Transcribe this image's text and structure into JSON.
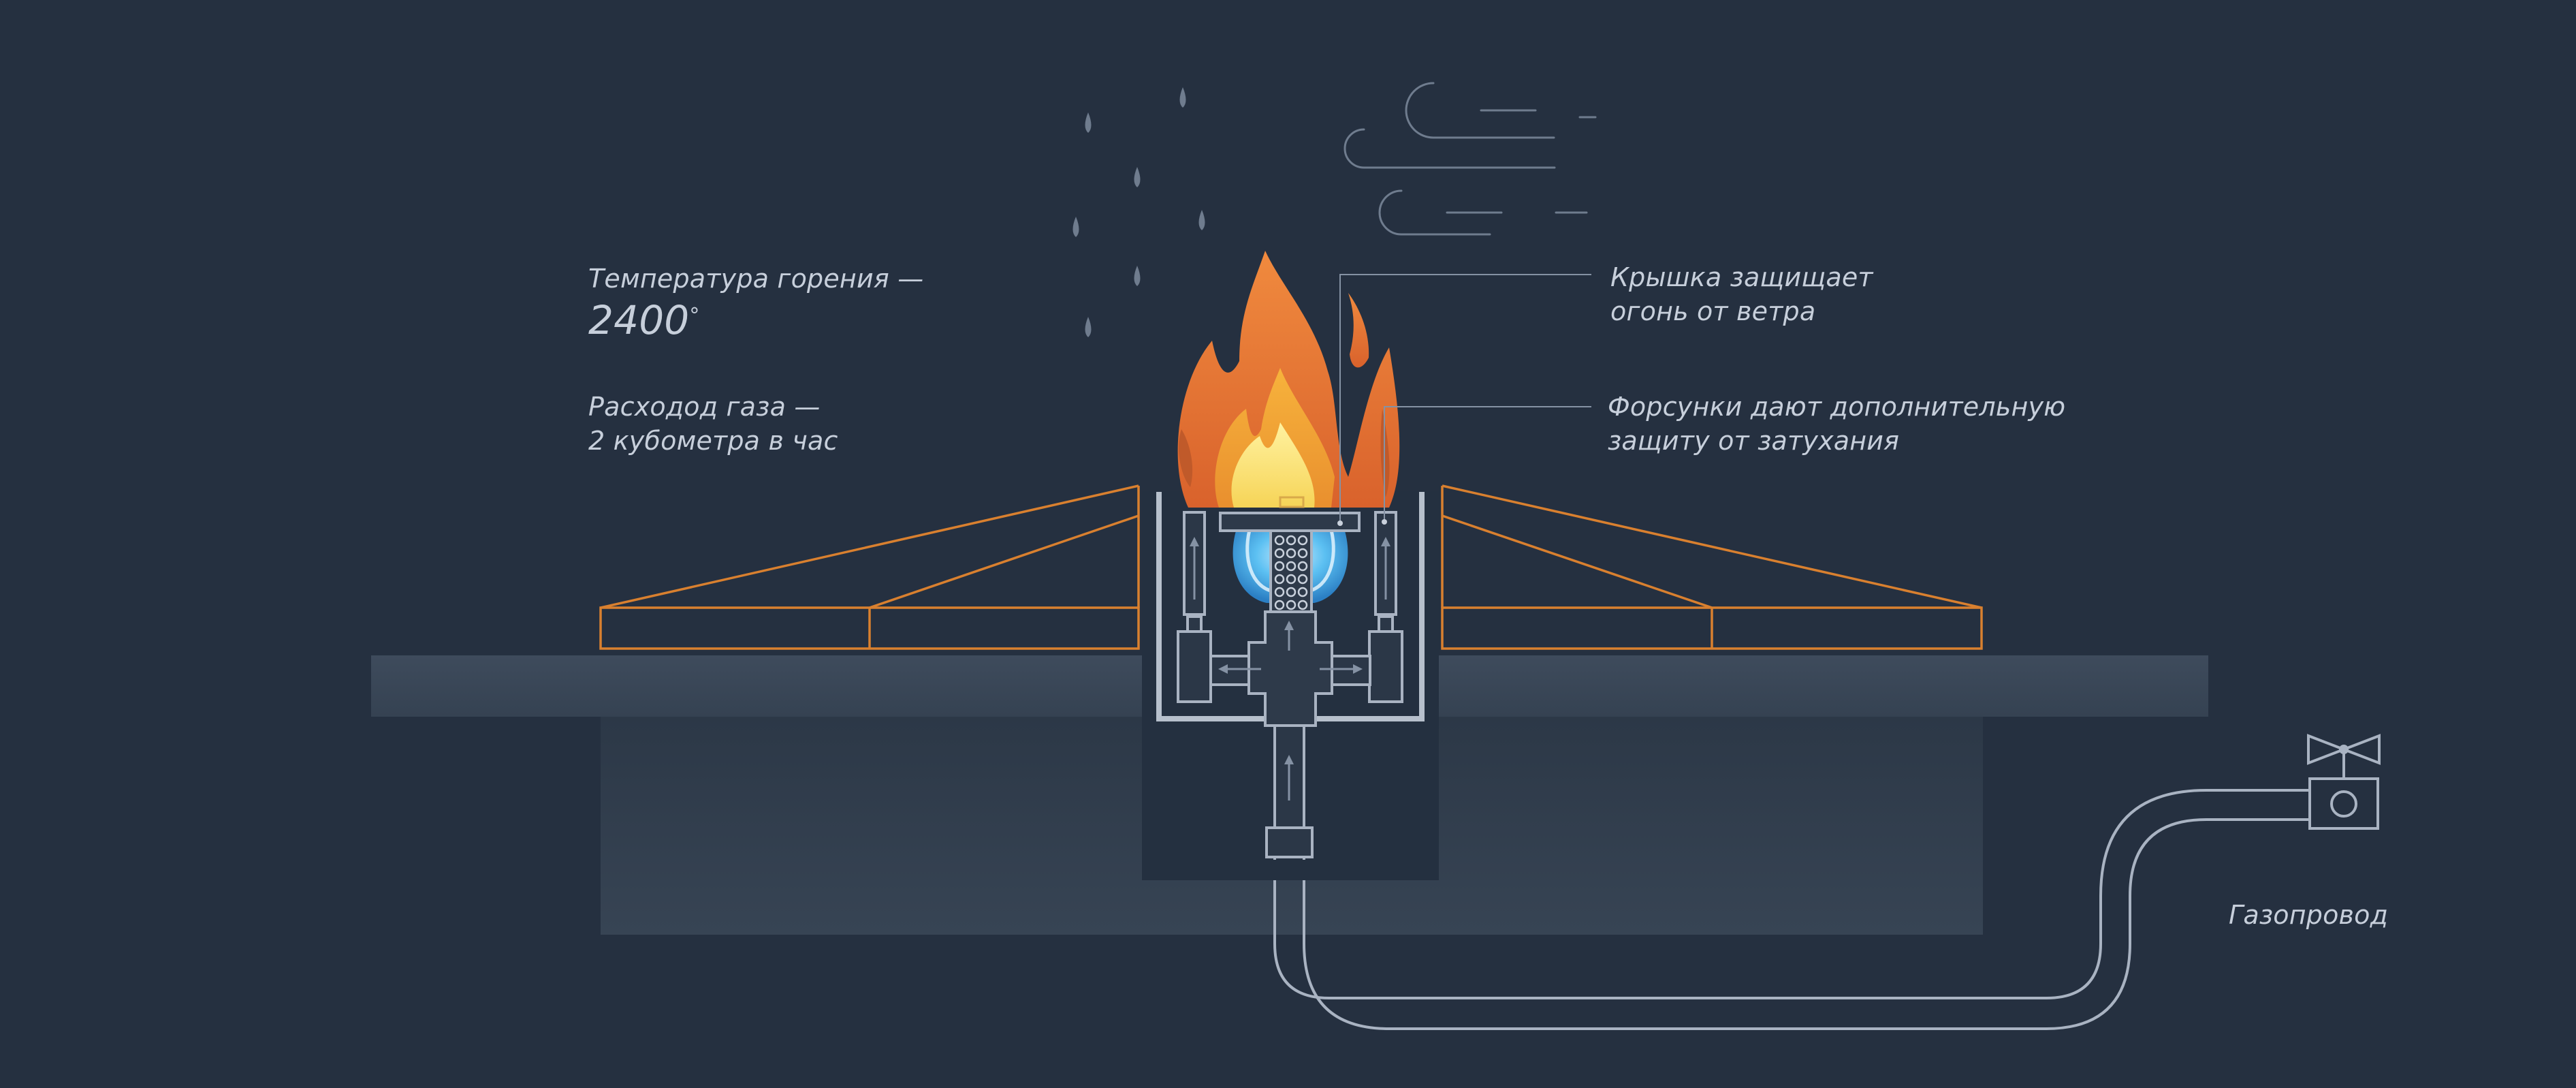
{
  "annotations": {
    "temperature": {
      "text": "Температура горения —",
      "value": "2400",
      "unit": "°"
    },
    "gas_rate": {
      "line1": "Расходод газа —",
      "line2": "2 кубометра в час"
    },
    "lid": {
      "line1": "Крышка защищает",
      "line2": "огонь от ветра"
    },
    "nozzles": {
      "line1": "Форсунки дают дополнительную",
      "line2": "защиту от затухания"
    },
    "pipeline": "Газопровод"
  },
  "colors": {
    "background": "#253040",
    "slab": "#3a4757",
    "pit": "#2f3b4a",
    "outline": "#8d9aac",
    "wood": "#d9802f",
    "flame_outer": "#e8753a",
    "flame_mid": "#f2a93b",
    "flame_inner": "#f7dc6b",
    "blue_flame": "#4fb3ec",
    "rain": "#6f7c8e",
    "wind": "#6f7c8e"
  },
  "icons": [
    "rain-drops-icon",
    "wind-gust-icon",
    "flame-icon",
    "gas-valve-icon",
    "flow-arrow-icon"
  ]
}
